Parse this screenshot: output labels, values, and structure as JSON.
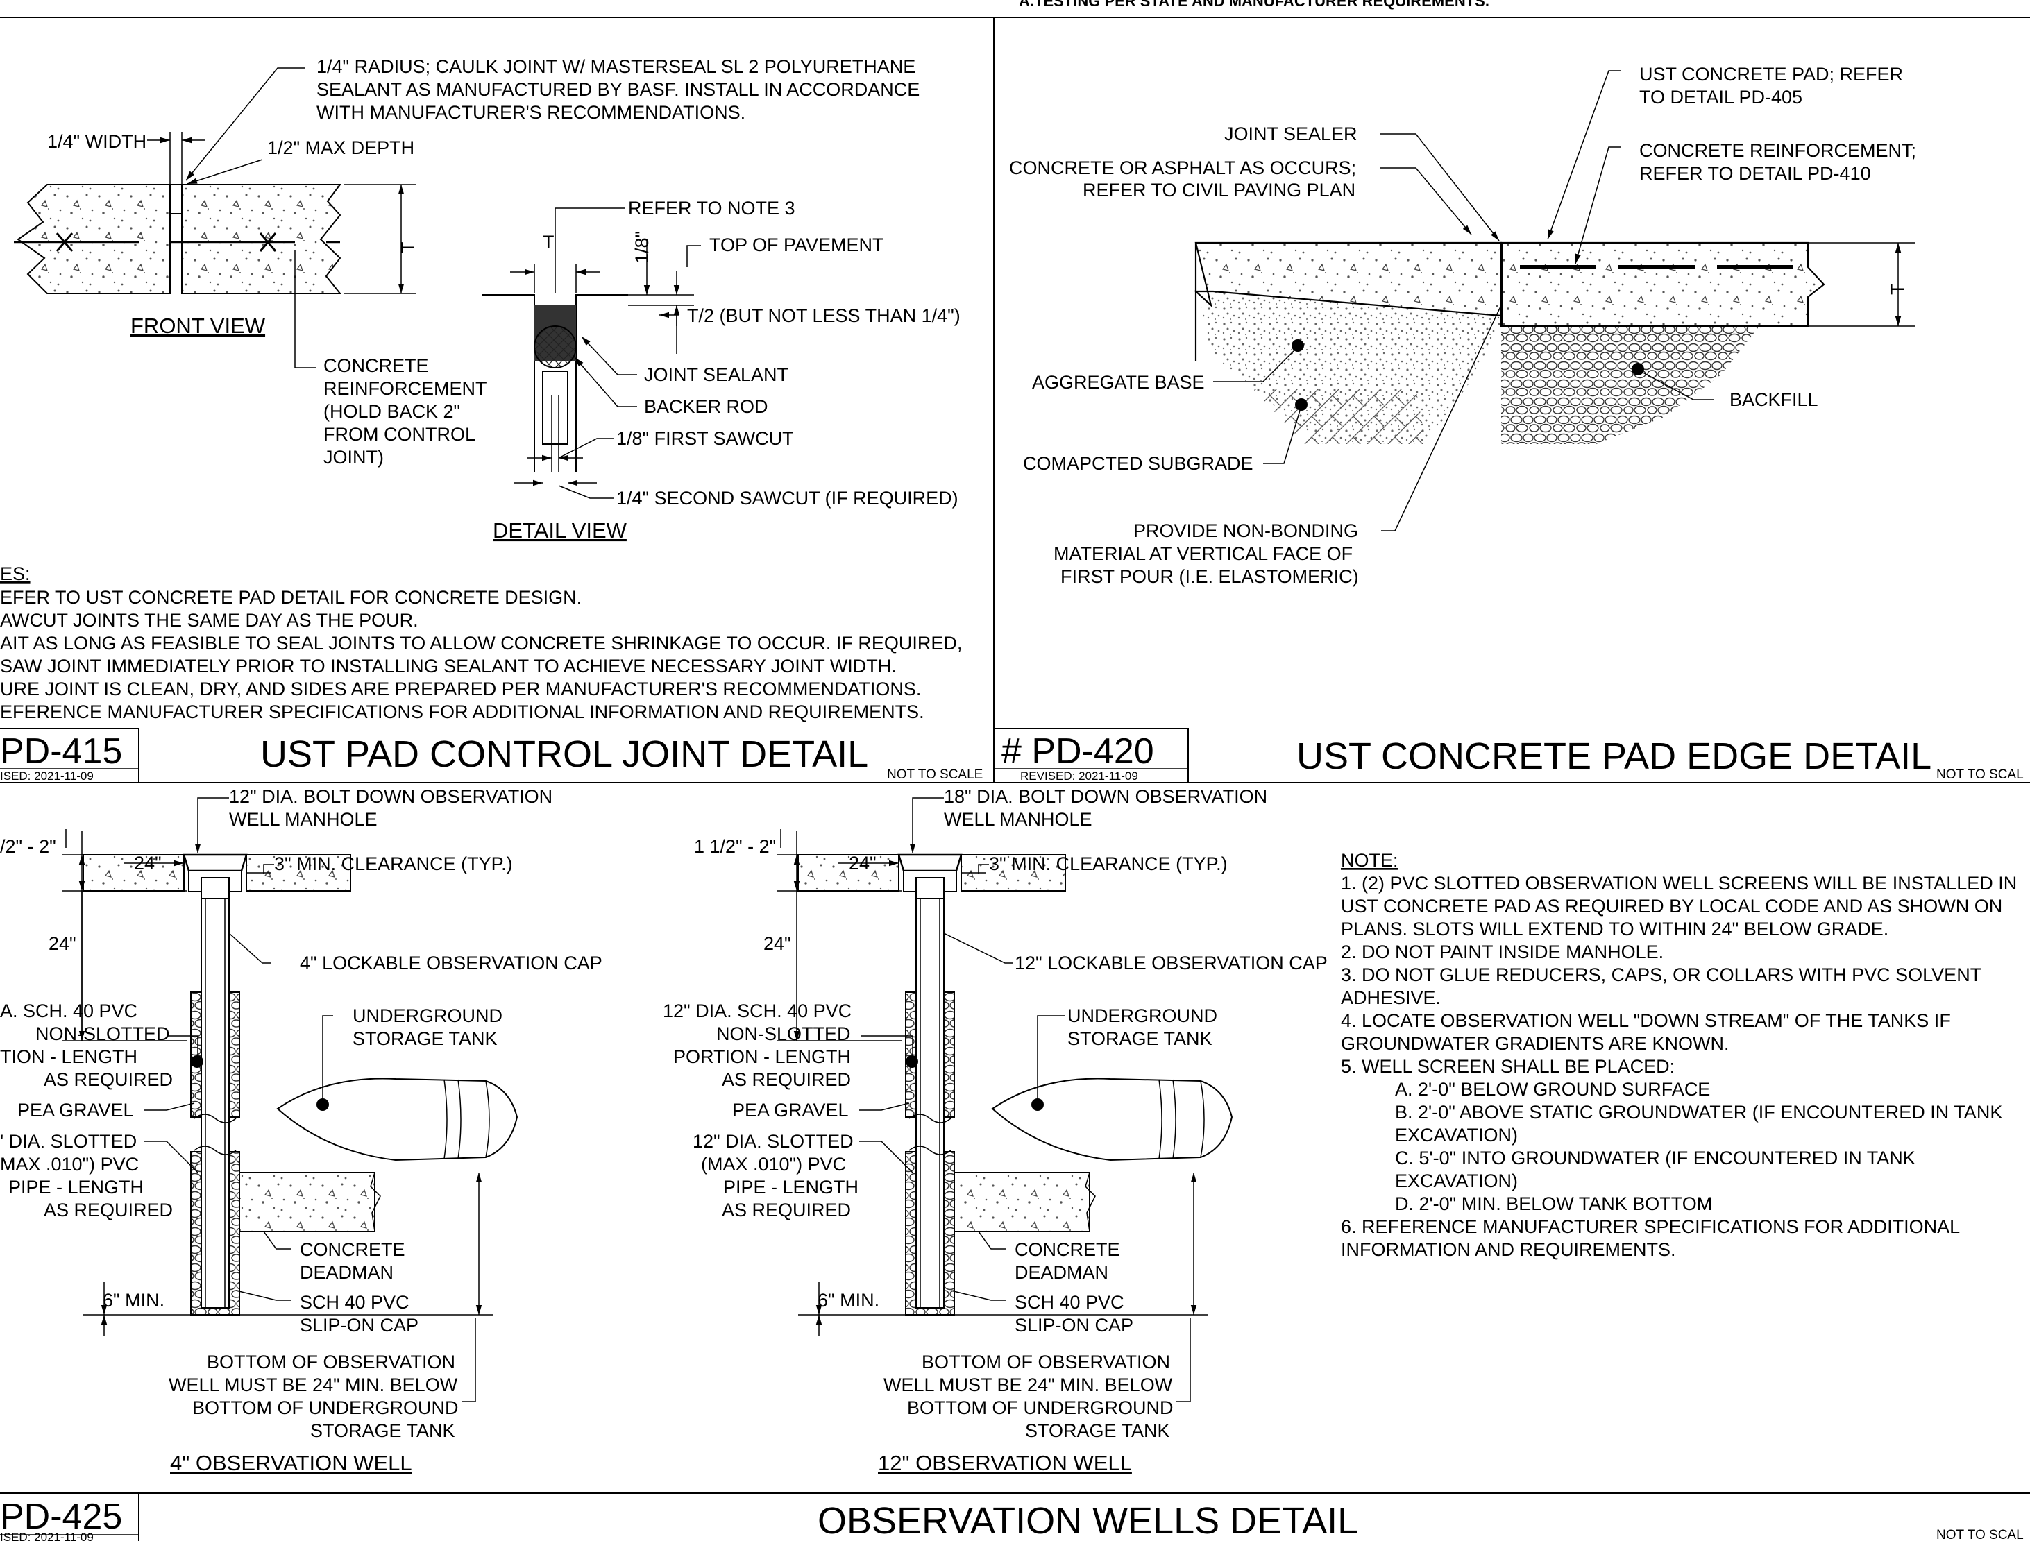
{
  "top_note": "A.TESTING PER STATE AND MANUFACTURER REQUIREMENTS.",
  "pd415": {
    "number": "PD-415",
    "revised": "ISED: 2021-11-09",
    "title": "UST PAD CONTROL JOINT DETAIL",
    "scale": "NOT TO SCALE",
    "front_view": "FRONT VIEW",
    "detail_view": "DETAIL VIEW",
    "callouts": {
      "radius": [
        "1/4\" RADIUS; CAULK JOINT W/ MASTERSEAL SL 2 POLYURETHANE",
        "SEALANT AS MANUFACTURED BY BASF. INSTALL IN ACCORDANCE",
        "WITH MANUFACTURER'S RECOMMENDATIONS."
      ],
      "width": "1/4\" WIDTH",
      "max_depth": "1/2\" MAX DEPTH",
      "t": "T",
      "reinforcement": [
        "CONCRETE",
        "REINFORCEMENT",
        "(HOLD BACK 2\"",
        "FROM CONTROL",
        "JOINT)"
      ],
      "refer_note": "REFER TO NOTE 3",
      "top_pavement": "TOP OF PAVEMENT",
      "eighth": "1/8\"",
      "t_half": "T/2 (BUT NOT LESS THAN 1/4\")",
      "joint_sealant": "JOINT SEALANT",
      "backer_rod": "BACKER ROD",
      "first_sawcut": "1/8\" FIRST SAWCUT",
      "second_sawcut": "1/4\" SECOND SAWCUT (IF REQUIRED)"
    },
    "notes_heading": "ES:",
    "notes": [
      "EFER TO UST CONCRETE PAD DETAIL FOR CONCRETE DESIGN.",
      "AWCUT JOINTS THE SAME DAY AS THE POUR.",
      "AIT AS LONG AS FEASIBLE TO SEAL JOINTS TO ALLOW CONCRETE SHRINKAGE TO OCCUR. IF REQUIRED,",
      "SAW JOINT IMMEDIATELY PRIOR TO INSTALLING SEALANT TO ACHIEVE NECESSARY JOINT WIDTH.",
      "URE JOINT IS CLEAN, DRY, AND SIDES ARE PREPARED PER MANUFACTURER'S RECOMMENDATIONS.",
      "EFERENCE MANUFACTURER SPECIFICATIONS FOR ADDITIONAL INFORMATION AND REQUIREMENTS."
    ]
  },
  "pd420": {
    "number": "# PD-420",
    "revised": "REVISED: 2021-11-09",
    "title": "UST CONCRETE PAD EDGE DETAIL",
    "scale": "NOT TO SCAL",
    "callouts": {
      "ust_pad": [
        "UST CONCRETE PAD; REFER",
        "TO DETAIL PD-405"
      ],
      "joint_sealer": "JOINT SEALER",
      "reinforcement": [
        "CONCRETE REINFORCEMENT;",
        "REFER TO DETAIL PD-410"
      ],
      "asphalt": [
        "CONCRETE OR ASPHALT AS OCCURS;",
        "REFER TO CIVIL PAVING PLAN"
      ],
      "t": "T",
      "aggregate": "AGGREGATE BASE",
      "backfill": "BACKFILL",
      "subgrade": "COMAPCTED SUBGRADE",
      "non_bonding": [
        "PROVIDE NON-BONDING",
        "MATERIAL AT VERTICAL FACE OF",
        "FIRST POUR (I.E. ELASTOMERIC)"
      ]
    }
  },
  "pd425": {
    "number": "PD-425",
    "revised": "ISED: 2021-11-09",
    "title": "OBSERVATION WELLS DETAIL",
    "scale": "NOT TO SCAL",
    "well4": {
      "label": "4\" OBSERVATION WELL",
      "manhole": [
        "12\" DIA. BOLT DOWN OBSERVATION",
        "WELL MANHOLE"
      ],
      "top_dim": "/2\" - 2\"",
      "d24a": "24\"",
      "clearance": "3\" MIN. CLEARANCE (TYP.)",
      "d24b": "24\"",
      "cap": "4\" LOCKABLE OBSERVATION CAP",
      "pvc": [
        "A. SCH. 40 PVC",
        "NON-SLOTTED",
        "TION - LENGTH",
        "AS REQUIRED"
      ],
      "tank": [
        "UNDERGROUND",
        "STORAGE TANK"
      ],
      "gravel": "PEA GRAVEL",
      "slotted": [
        "' DIA. SLOTTED",
        "MAX .010\") PVC",
        "PIPE - LENGTH",
        "AS REQUIRED"
      ],
      "deadman": [
        "CONCRETE",
        "DEADMAN"
      ],
      "min6": "6\" MIN.",
      "slipcap": [
        "SCH 40 PVC",
        "SLIP-ON CAP"
      ],
      "bottom": [
        "BOTTOM OF OBSERVATION",
        "WELL MUST BE 24\" MIN. BELOW",
        "BOTTOM OF UNDERGROUND",
        "STORAGE TANK"
      ]
    },
    "well12": {
      "label": "12\" OBSERVATION WELL",
      "manhole": [
        "18\" DIA. BOLT DOWN OBSERVATION",
        "WELL MANHOLE"
      ],
      "top_dim": "1 1/2\" - 2\"",
      "d24a": "24\"",
      "clearance": "3\" MIN. CLEARANCE (TYP.)",
      "d24b": "24\"",
      "cap": "12\" LOCKABLE OBSERVATION CAP",
      "pvc": [
        "12\" DIA. SCH. 40 PVC",
        "NON-SLOTTED",
        "PORTION - LENGTH",
        "AS REQUIRED"
      ],
      "tank": [
        "UNDERGROUND",
        "STORAGE TANK"
      ],
      "gravel": "PEA GRAVEL",
      "slotted": [
        "12\" DIA. SLOTTED",
        "(MAX .010\") PVC",
        "PIPE - LENGTH",
        "AS REQUIRED"
      ],
      "deadman": [
        "CONCRETE",
        "DEADMAN"
      ],
      "min6": "6\" MIN.",
      "slipcap": [
        "SCH 40 PVC",
        "SLIP-ON CAP"
      ],
      "bottom": [
        "BOTTOM OF OBSERVATION",
        "WELL MUST BE 24\" MIN. BELOW",
        "BOTTOM OF UNDERGROUND",
        "STORAGE TANK"
      ]
    },
    "note_heading": "NOTE:",
    "notes": [
      "1. (2) PVC SLOTTED OBSERVATION WELL SCREENS WILL BE INSTALLED IN",
      "UST CONCRETE PAD AS REQUIRED BY LOCAL CODE AND AS SHOWN ON",
      "PLANS. SLOTS WILL EXTEND TO WITHIN 24\" BELOW GRADE.",
      "2. DO NOT PAINT INSIDE MANHOLE.",
      "3. DO NOT GLUE REDUCERS, CAPS, OR COLLARS WITH PVC SOLVENT",
      "ADHESIVE.",
      "4. LOCATE OBSERVATION WELL \"DOWN STREAM\" OF THE TANKS IF",
      "GROUNDWATER GRADIENTS ARE KNOWN.",
      "5. WELL SCREEN SHALL BE PLACED:",
      "A. 2'-0\" BELOW GROUND SURFACE",
      "B. 2'-0\" ABOVE STATIC GROUNDWATER (IF ENCOUNTERED IN TANK",
      "EXCAVATION)",
      "C. 5'-0\" INTO GROUNDWATER (IF ENCOUNTERED IN TANK",
      "EXCAVATION)",
      "D. 2'-0\" MIN. BELOW TANK BOTTOM",
      "6. REFERENCE MANUFACTURER SPECIFICATIONS FOR ADDITIONAL",
      "INFORMATION AND REQUIREMENTS."
    ]
  }
}
